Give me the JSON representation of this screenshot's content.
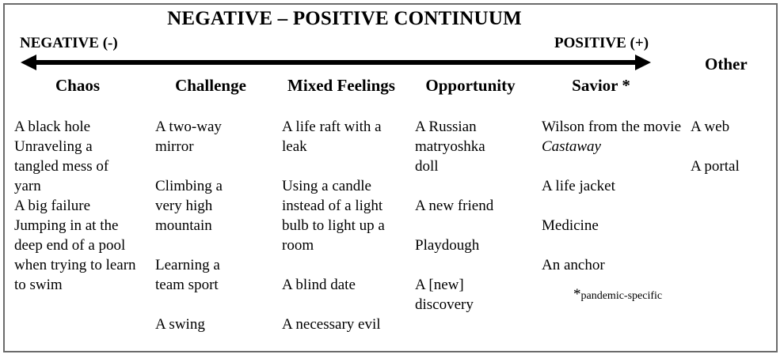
{
  "title": "NEGATIVE – POSITIVE CONTINUUM",
  "negative_label": "NEGATIVE (-)",
  "positive_label": "POSITIVE (+)",
  "columns": [
    {
      "heading": "Chaos",
      "items": [
        "A black hole",
        "Unraveling a tangled mess of yarn",
        "A big failure",
        "Jumping in at the deep end of a pool when trying to learn to swim"
      ]
    },
    {
      "heading": "Challenge",
      "items": [
        "A two-way mirror",
        "Climbing a very high mountain",
        "Learning a team sport",
        "A swing"
      ]
    },
    {
      "heading": "Mixed Feelings",
      "items": [
        "A life raft with a leak",
        "Using a candle instead of a light bulb to light up a room",
        "A blind date",
        "A necessary evil"
      ]
    },
    {
      "heading": "Opportunity",
      "items": [
        "A Russian matryoshka doll",
        "A new friend",
        "Playdough",
        "A [new] discovery"
      ]
    },
    {
      "heading": "Savior *",
      "items": [
        "Wilson from the movie",
        "Castaway",
        "A life jacket",
        "Medicine",
        "An anchor"
      ],
      "note_star": "*",
      "note_text": "pandemic-specific"
    },
    {
      "heading": "Other",
      "items": [
        "A web",
        "A portal"
      ]
    }
  ]
}
